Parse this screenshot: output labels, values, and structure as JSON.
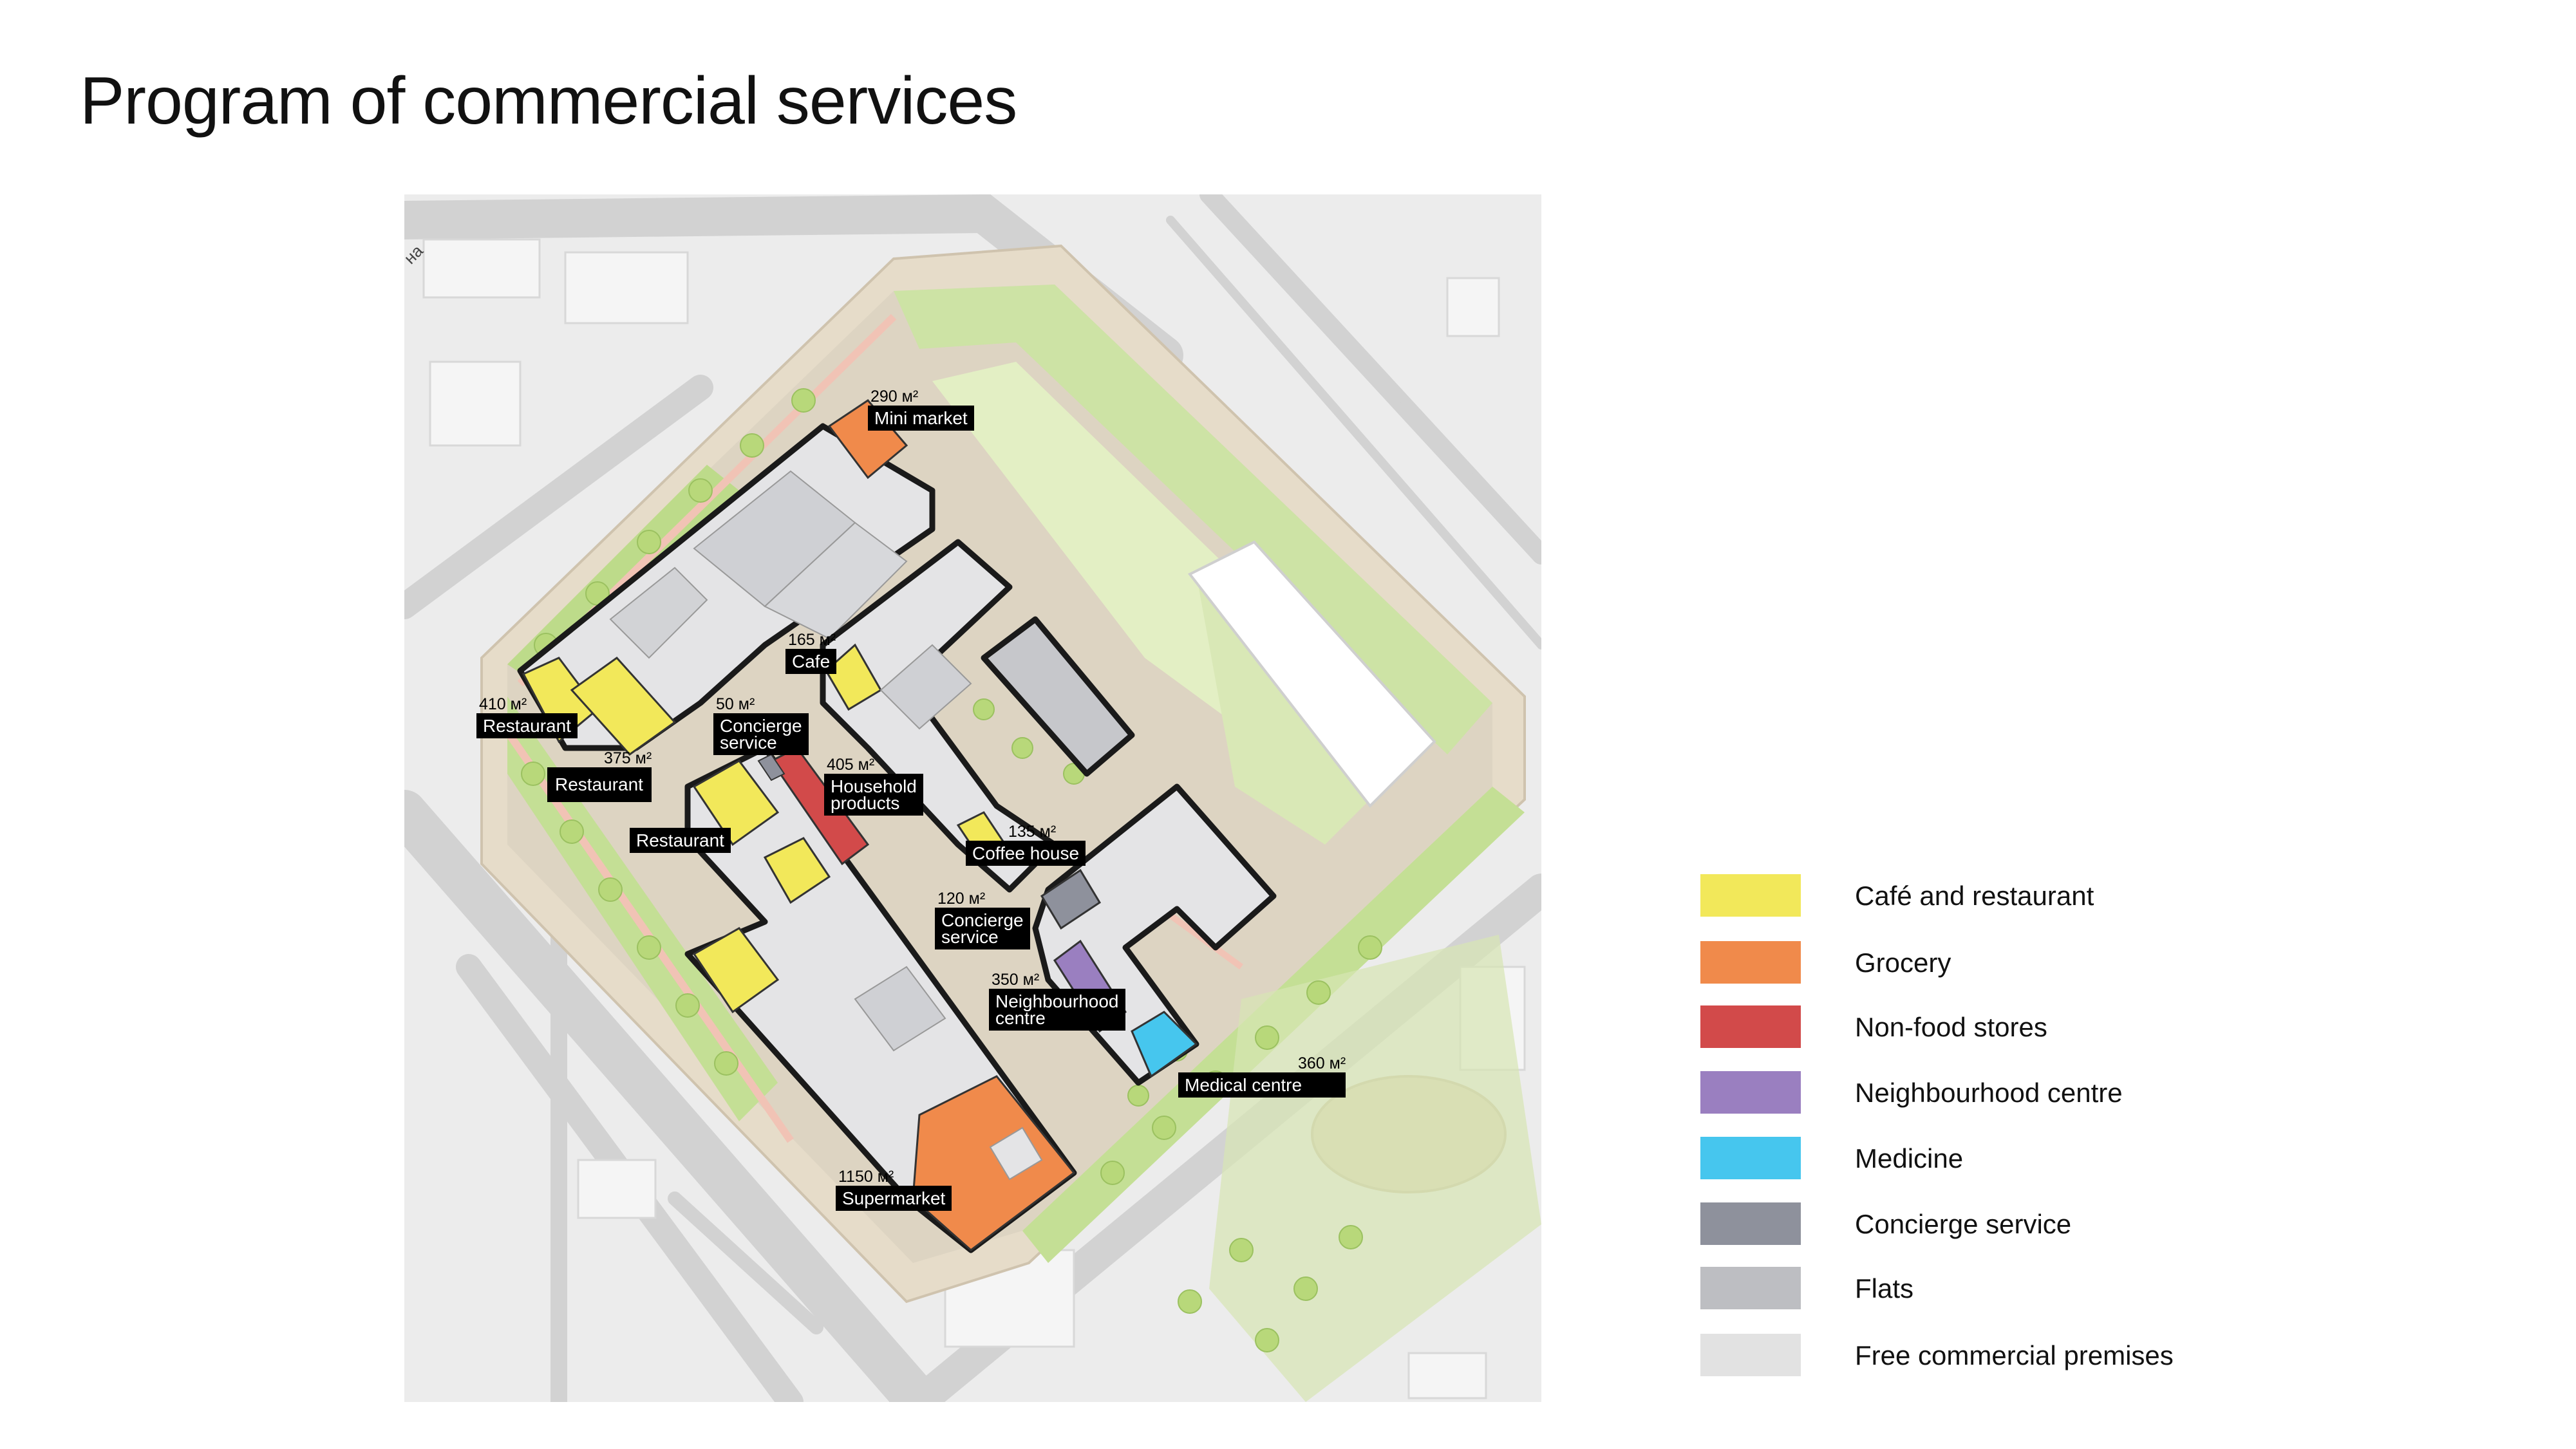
{
  "page": {
    "title": "Program of commercial services"
  },
  "map": {
    "street_fragment": "на",
    "callouts": [
      {
        "id": "minimarket",
        "area": "290 м²",
        "label": "Mini market"
      },
      {
        "id": "cafe",
        "area": "165 м²",
        "label": "Cafe"
      },
      {
        "id": "restaurant1",
        "area": "410 м²",
        "label": "Restaurant"
      },
      {
        "id": "restaurant2",
        "area": "375 м²",
        "label": "Restaurant"
      },
      {
        "id": "concierge1",
        "area": "50 м²",
        "label": "Concierge\nservice"
      },
      {
        "id": "household",
        "area": "405 м²",
        "label": "Household\nproducts"
      },
      {
        "id": "restaurant3",
        "area": "",
        "label": "Restaurant"
      },
      {
        "id": "coffee",
        "area": "135 м²",
        "label": "Coffee house"
      },
      {
        "id": "concierge2",
        "area": "120 м²",
        "label": "Concierge\nservice"
      },
      {
        "id": "neighbourhood",
        "area": "350 м²",
        "label": "Neighbourhood\ncentre"
      },
      {
        "id": "medical",
        "area": "360 м²",
        "label": "Medical centre"
      },
      {
        "id": "supermarket",
        "area": "1150 м²",
        "label": "Supermarket"
      }
    ]
  },
  "legend": {
    "items": [
      {
        "label": "Café and restaurant",
        "color": "#f2e85a"
      },
      {
        "label": "Grocery",
        "color": "#f08a4b"
      },
      {
        "label": "Non-food stores",
        "color": "#d24a4a"
      },
      {
        "label": "Neighbourhood centre",
        "color": "#9a7fc0"
      },
      {
        "label": "Medicine",
        "color": "#46c6ee"
      },
      {
        "label": "Concierge service",
        "color": "#8e919c"
      },
      {
        "label": "Flats",
        "color": "#bdbec2"
      },
      {
        "label": "Free commercial premises",
        "color": "#e2e2e2"
      }
    ]
  },
  "colors": {
    "cafe": "#f2e85a",
    "grocery": "#f08a4b",
    "nonfood": "#d24a4a",
    "neighbourhood": "#9a7fc0",
    "medicine": "#46c6ee",
    "concierge": "#8e919c",
    "flats": "#bdbec2",
    "free": "#e2e2e2"
  }
}
